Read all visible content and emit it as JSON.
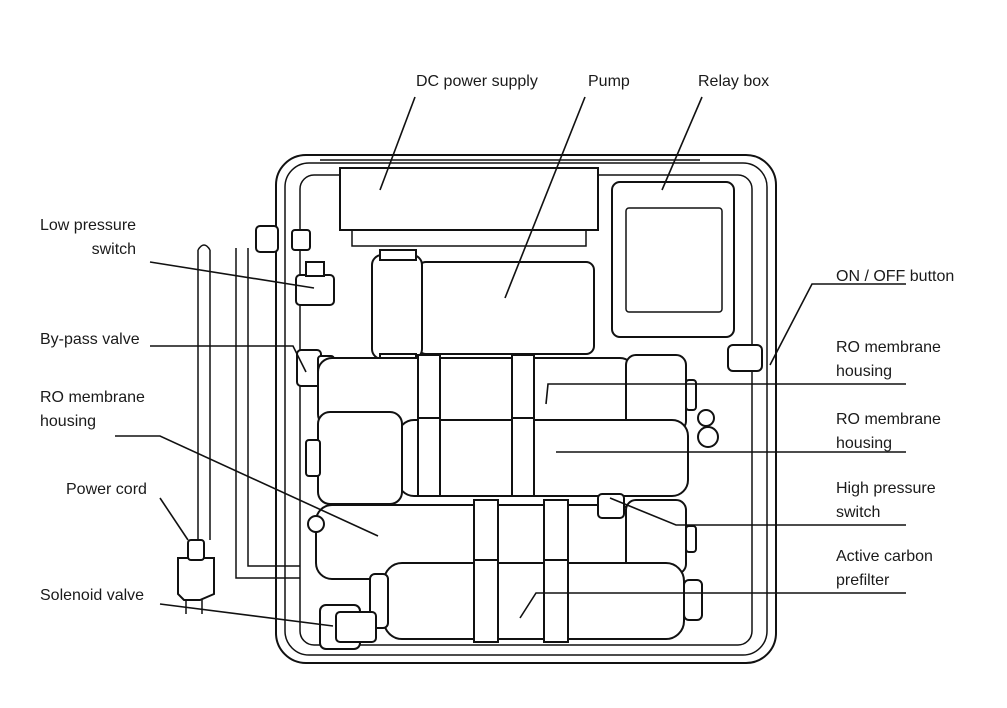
{
  "labels": {
    "dc_power_supply": "DC power supply",
    "pump": "Pump",
    "relay_box": "Relay box",
    "low_pressure_switch": [
      "Low pressure",
      "switch"
    ],
    "by_pass_valve": "By-pass valve",
    "ro_membrane_housing_left": [
      "RO membrane",
      "housing"
    ],
    "power_cord": "Power cord",
    "solenoid_valve": "Solenoid valve",
    "on_off_button": "ON / OFF button",
    "ro_membrane_housing_top": [
      "RO membrane",
      "housing"
    ],
    "ro_membrane_housing_mid": [
      "RO membrane",
      "housing"
    ],
    "high_pressure_switch": [
      "High pressure",
      "switch"
    ],
    "active_carbon_prefilter": [
      "Active carbon",
      "prefilter"
    ]
  }
}
